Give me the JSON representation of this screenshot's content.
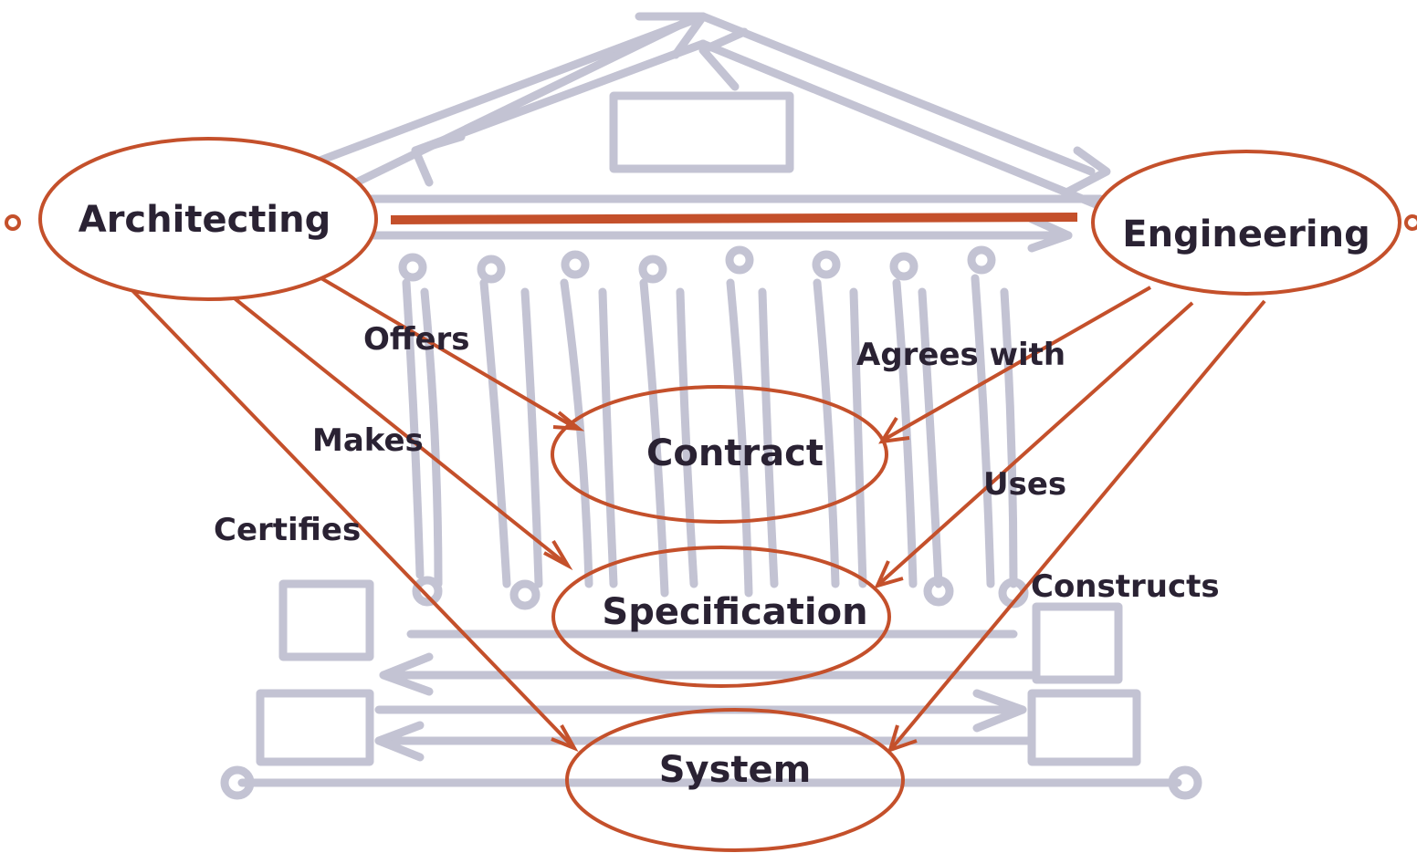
{
  "colors": {
    "accent": "#c4502b",
    "text": "#2a2233",
    "background_sketch": "#c3c3d3"
  },
  "nodes": {
    "architecting": "Architecting",
    "engineering": "Engineering",
    "contract": "Contract",
    "specification": "Specification",
    "system": "System"
  },
  "edges": {
    "offers": "Offers",
    "makes": "Makes",
    "certifies": "Certifies",
    "agrees_with": "Agrees with",
    "uses": "Uses",
    "constructs": "Constructs"
  }
}
